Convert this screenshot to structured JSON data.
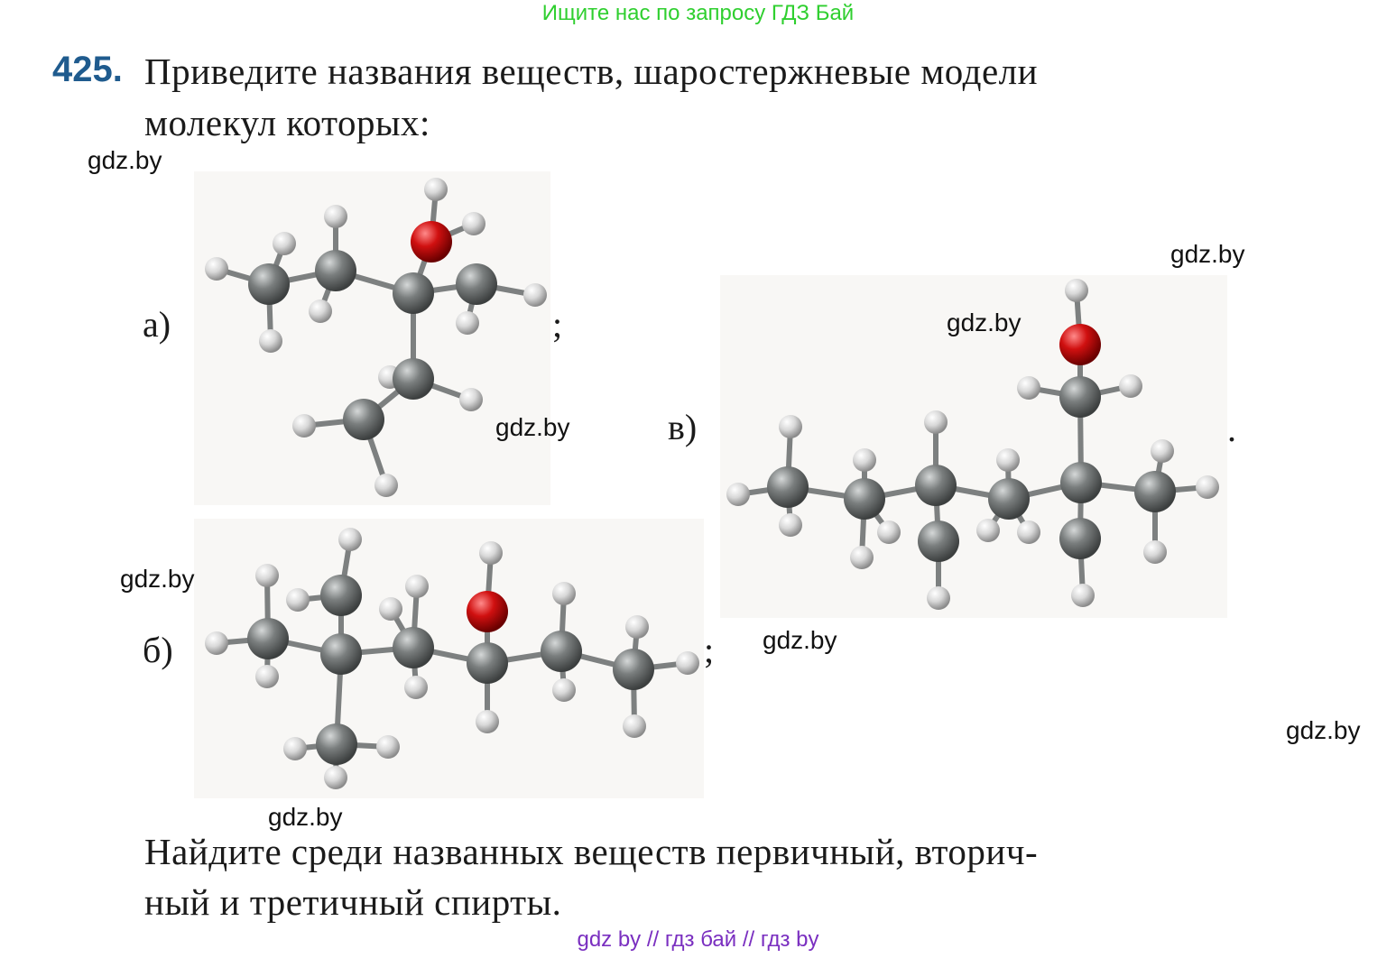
{
  "header": {
    "banner": "Ищите нас по запросу ГДЗ Бай",
    "banner_color": "#2fcf2f"
  },
  "task": {
    "number": "425.",
    "number_color": "#1f5b8e",
    "prompt_line1": "Приведите названия веществ, шаростержневые модели",
    "prompt_line2": "молекул которых:",
    "question_line1": "Найдите среди названных веществ первичный, вторич-",
    "question_line2": "ный и третичный спирты."
  },
  "figures": [
    {
      "label": "а)",
      "punct": ";"
    },
    {
      "label": "б)",
      "punct": ";"
    },
    {
      "label": "в)",
      "punct": "."
    }
  ],
  "atom_colors": {
    "carbon": "#6e7272",
    "hydrogen": "#d8d8d8",
    "oxygen": "#d01010"
  },
  "watermarks": [
    "gdz.by",
    "gdz.by",
    "gdz.by",
    "gdz.by",
    "gdz.by",
    "gdz.by",
    "gdz.by",
    "gdz.by"
  ],
  "footer": {
    "text": "gdz by  //  гдз бай  //  гдз by",
    "color": "#7a2fc0"
  }
}
